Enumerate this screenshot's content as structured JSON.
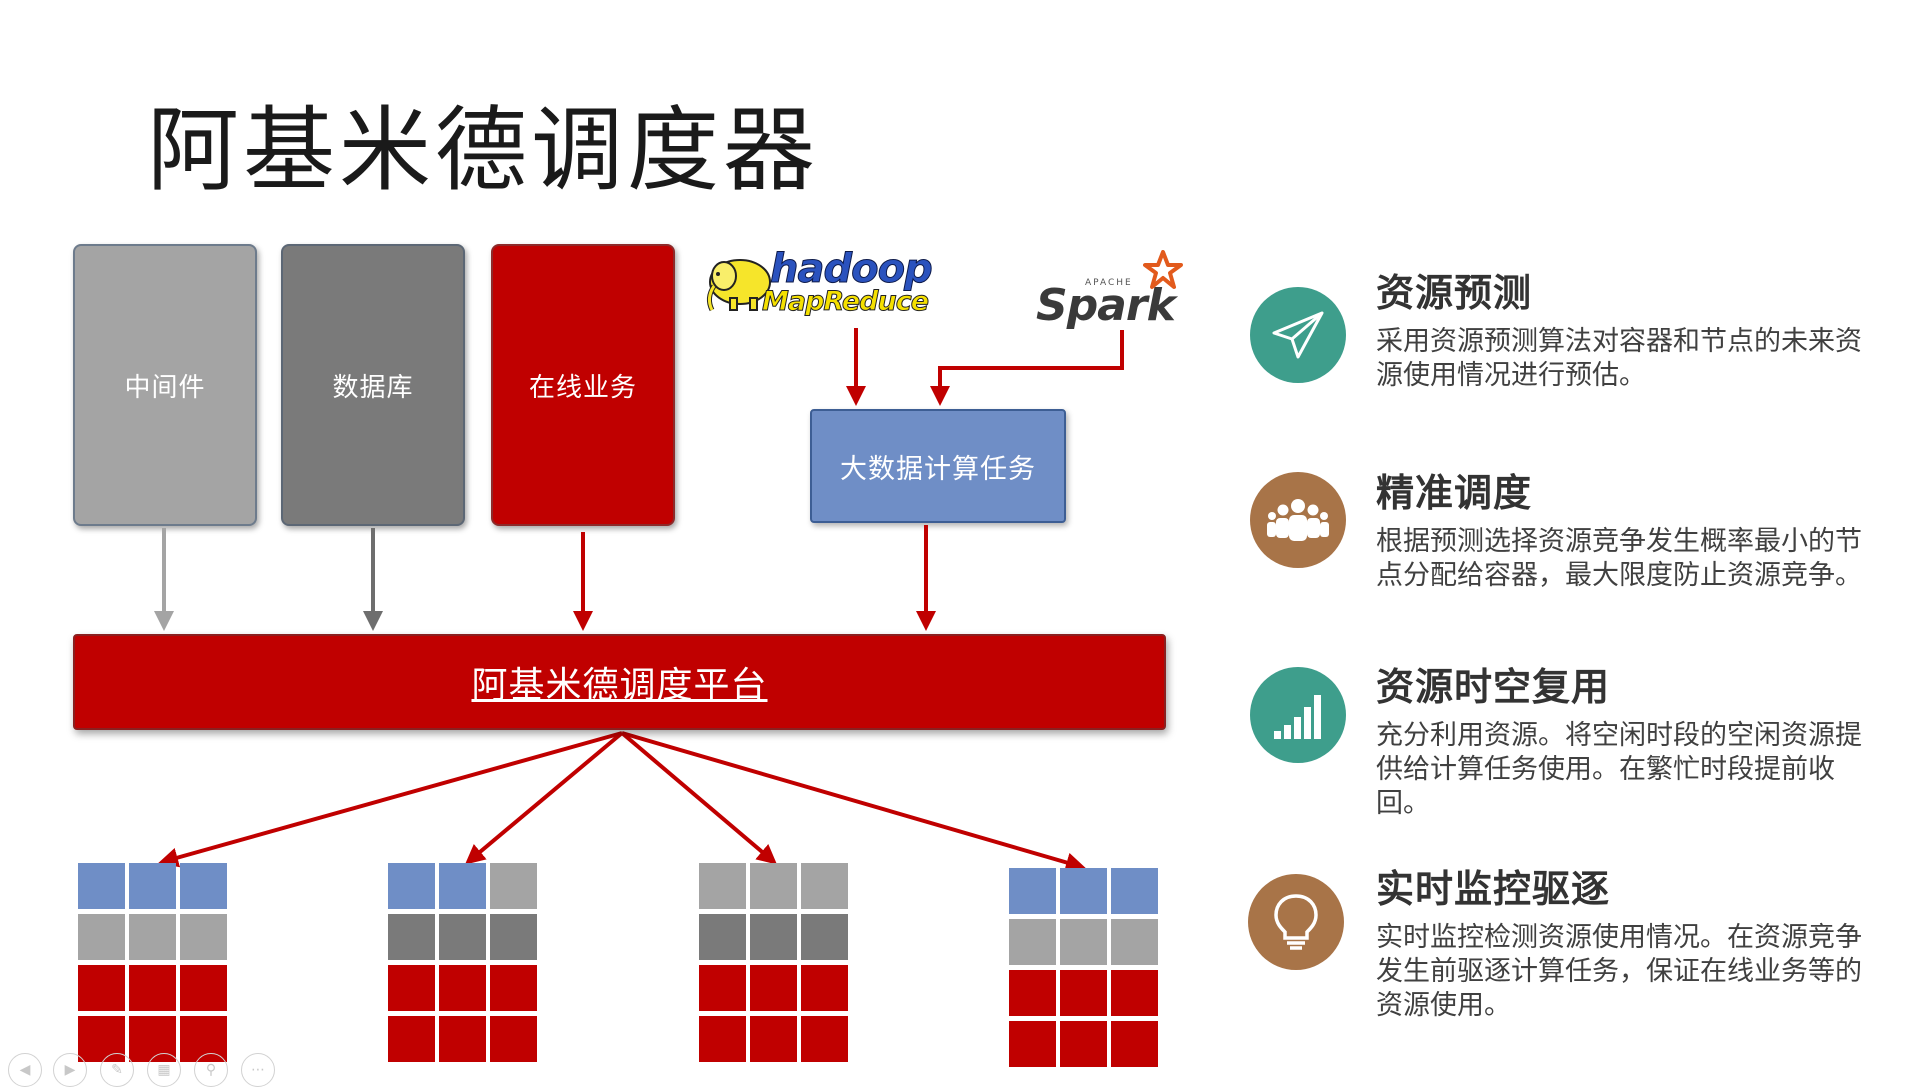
{
  "title": "阿基米德调度器",
  "services": {
    "middleware": "中间件",
    "database": "数据库",
    "online": "在线业务",
    "bigdata": "大数据计算任务"
  },
  "logos": {
    "hadoop_word": "hadoop",
    "hadoop_sub": "MapReduce",
    "spark_apache": "APACHE",
    "spark_word": "Spark"
  },
  "platform_label": "阿基米德调度平台",
  "features": [
    {
      "icon": "paper-plane-icon",
      "title": "资源预测",
      "desc": "采用资源预测算法对容器和节点的未来资源使用情况进行预估。",
      "color": "#3e9e8c"
    },
    {
      "icon": "people-group-icon",
      "title": "精准调度",
      "desc": "根据预测选择资源竞争发生概率最小的节点分配给容器，最大限度防止资源竞争。",
      "color": "#a87448"
    },
    {
      "icon": "bar-chart-icon",
      "title": "资源时空复用",
      "desc": "充分利用资源。将空闲时段的空闲资源提供给计算任务使用。在繁忙时段提前收回。",
      "color": "#3e9e8c"
    },
    {
      "icon": "light-bulb-icon",
      "title": "实时监控驱逐",
      "desc": "实时监控检测资源使用情况。在资源竞争发生前驱逐计算任务，保证在线业务等的资源使用。",
      "color": "#a87448"
    }
  ],
  "colors": {
    "blue": "#6f8ec6",
    "light_gray": "#a4a4a4",
    "dark_gray": "#7a7a7a",
    "red": "#c00000"
  },
  "nodes": [
    {
      "rows": [
        [
          "blue",
          "blue",
          "blue"
        ],
        [
          "light_gray",
          "light_gray",
          "light_gray"
        ],
        [
          "red",
          "red",
          "red"
        ],
        [
          "red",
          "red",
          "red"
        ]
      ]
    },
    {
      "rows": [
        [
          "blue",
          "blue",
          "light_gray"
        ],
        [
          "dark_gray",
          "dark_gray",
          "dark_gray"
        ],
        [
          "red",
          "red",
          "red"
        ],
        [
          "red",
          "red",
          "red"
        ]
      ]
    },
    {
      "rows": [
        [
          "light_gray",
          "light_gray",
          "light_gray"
        ],
        [
          "dark_gray",
          "dark_gray",
          "dark_gray"
        ],
        [
          "red",
          "red",
          "red"
        ],
        [
          "red",
          "red",
          "red"
        ]
      ]
    },
    {
      "rows": [
        [
          "blue",
          "blue",
          "blue"
        ],
        [
          "light_gray",
          "light_gray",
          "light_gray"
        ],
        [
          "red",
          "red",
          "red"
        ],
        [
          "red",
          "red",
          "red"
        ]
      ]
    }
  ],
  "nav_controls": [
    "previous-icon",
    "next-icon",
    "pen-icon",
    "slides-icon",
    "zoom-icon",
    "more-icon"
  ]
}
